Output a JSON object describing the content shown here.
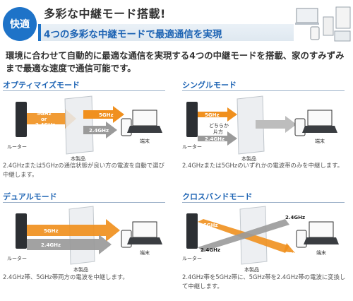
{
  "banner": {
    "badge": "快適",
    "title": "多彩な中継モード搭載!",
    "subtitle": "4つの多彩な中継モードで最適通信を実現"
  },
  "intro": "環境に合わせて自動的に最適な通信を実現する4つの中継モードを搭載、家のすみずみまで最適な速度で通信可能です。",
  "modes": [
    {
      "title": "オプティマイズモード",
      "router_label": "ルーター",
      "device_label": "本製品",
      "terminal_label": "端末",
      "bands": [
        "5GHz",
        "or",
        "2.4GHz",
        "5GHz",
        "2.4GHz"
      ],
      "description": "2.4GHzまたは5GHzの通信状態が良い方の電波を自動で選び中継します。"
    },
    {
      "title": "シングルモード",
      "router_label": "ルーター",
      "device_label": "本製品",
      "terminal_label": "端末",
      "bands": [
        "5GHz",
        "どちらか",
        "片方",
        "2.4GHz"
      ],
      "description": "2.4GHzまたは5GHzのいずれかの電波帯のみを中継します。"
    },
    {
      "title": "デュアルモード",
      "router_label": "ルーター",
      "device_label": "本製品",
      "terminal_label": "端末",
      "bands": [
        "5GHz",
        "2.4GHz"
      ],
      "description": "2.4GHz帯、5GHz帯両方の電波を中継します。"
    },
    {
      "title": "クロスバンドモード",
      "router_label": "ルーター",
      "device_label": "本製品",
      "terminal_label": "端末",
      "bands": [
        "5GHz",
        "2.4GHz",
        "2.4GHz",
        "5GHz"
      ],
      "description": "2.4GHz帯を5GHz帯に、5GHz帯を2.4GHz帯の電波に変換して中継します。"
    }
  ],
  "colors": {
    "accent_blue": "#1e73c8",
    "band_5ghz": "#f0901e",
    "band_24ghz": "#9a9a9a"
  }
}
